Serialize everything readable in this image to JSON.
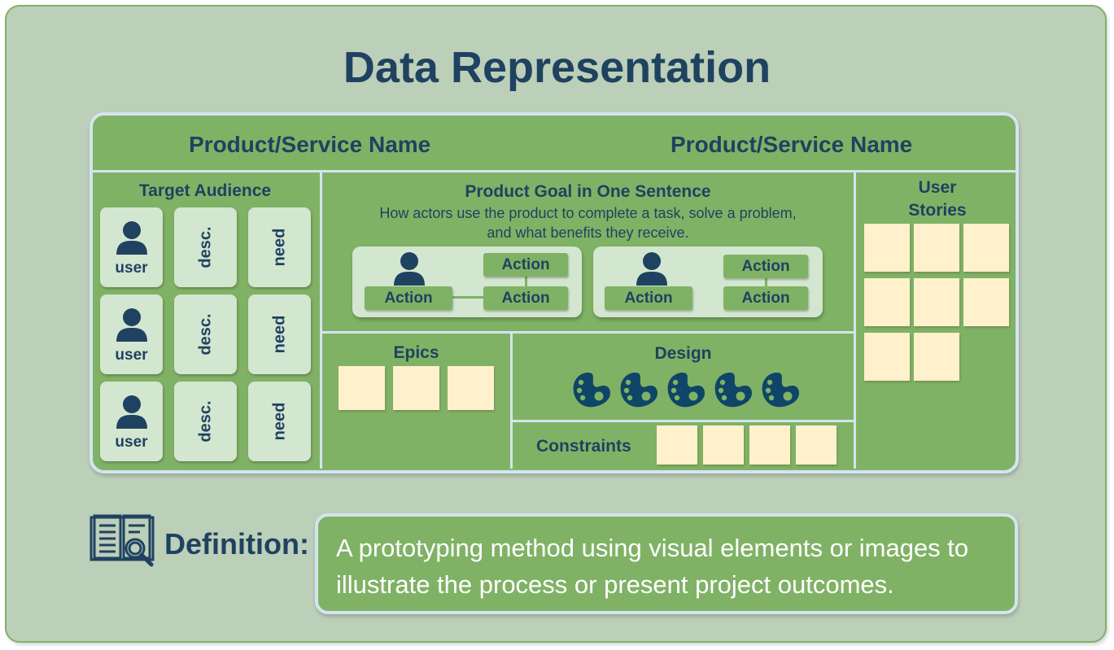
{
  "title": "Data Representation",
  "header": {
    "product_name_left": "Product/Service Name",
    "product_name_right": "Product/Service Name"
  },
  "target_audience": {
    "title": "Target Audience",
    "rows": [
      {
        "user": "user",
        "desc": "desc.",
        "need": "need"
      },
      {
        "user": "user",
        "desc": "desc.",
        "need": "need"
      },
      {
        "user": "user",
        "desc": "desc.",
        "need": "need"
      }
    ]
  },
  "product_goal": {
    "title": "Product Goal in One Sentence",
    "subtitle_line1": "How actors use the product to complete a task, solve a problem,",
    "subtitle_line2": "and what benefits they receive.",
    "cards": [
      {
        "actions": [
          "Action",
          "Action",
          "Action"
        ]
      },
      {
        "actions": [
          "Action",
          "Action",
          "Action"
        ]
      }
    ]
  },
  "user_stories": {
    "title_line1": "User",
    "title_line2": "Stories",
    "count": 8
  },
  "epics": {
    "title": "Epics",
    "count": 3
  },
  "design": {
    "title": "Design",
    "icon": "palette-icon",
    "count": 5
  },
  "constraints": {
    "title": "Constraints",
    "count": 4
  },
  "definition": {
    "label": "Definition:",
    "icon": "book-magnifier-icon",
    "text_line1": "A prototyping method using visual elements or images to",
    "text_line2": "illustrate the process or present project outcomes."
  },
  "colors": {
    "background": "#bccfb9",
    "board_green": "#80b266",
    "text_navy": "#1f4260",
    "sticky_note": "#fff1cc",
    "tile": "#d3e6cf",
    "divider": "#d4e4ef"
  }
}
